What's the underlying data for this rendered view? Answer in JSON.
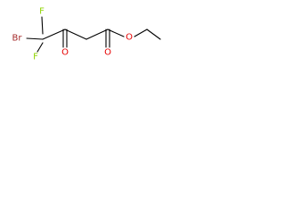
{
  "molecule": {
    "atoms": {
      "br": {
        "label": "Br",
        "color": "#a52a2a"
      },
      "f_upper": {
        "label": "F",
        "color": "#8fd400"
      },
      "f_lower": {
        "label": "F",
        "color": "#8fd400"
      },
      "o_ketone": {
        "label": "O",
        "color": "#e60000"
      },
      "o_carbonyl": {
        "label": "O",
        "color": "#e60000"
      },
      "o_ester": {
        "label": "O",
        "color": "#e60000"
      }
    },
    "bond_color": "#000000"
  }
}
